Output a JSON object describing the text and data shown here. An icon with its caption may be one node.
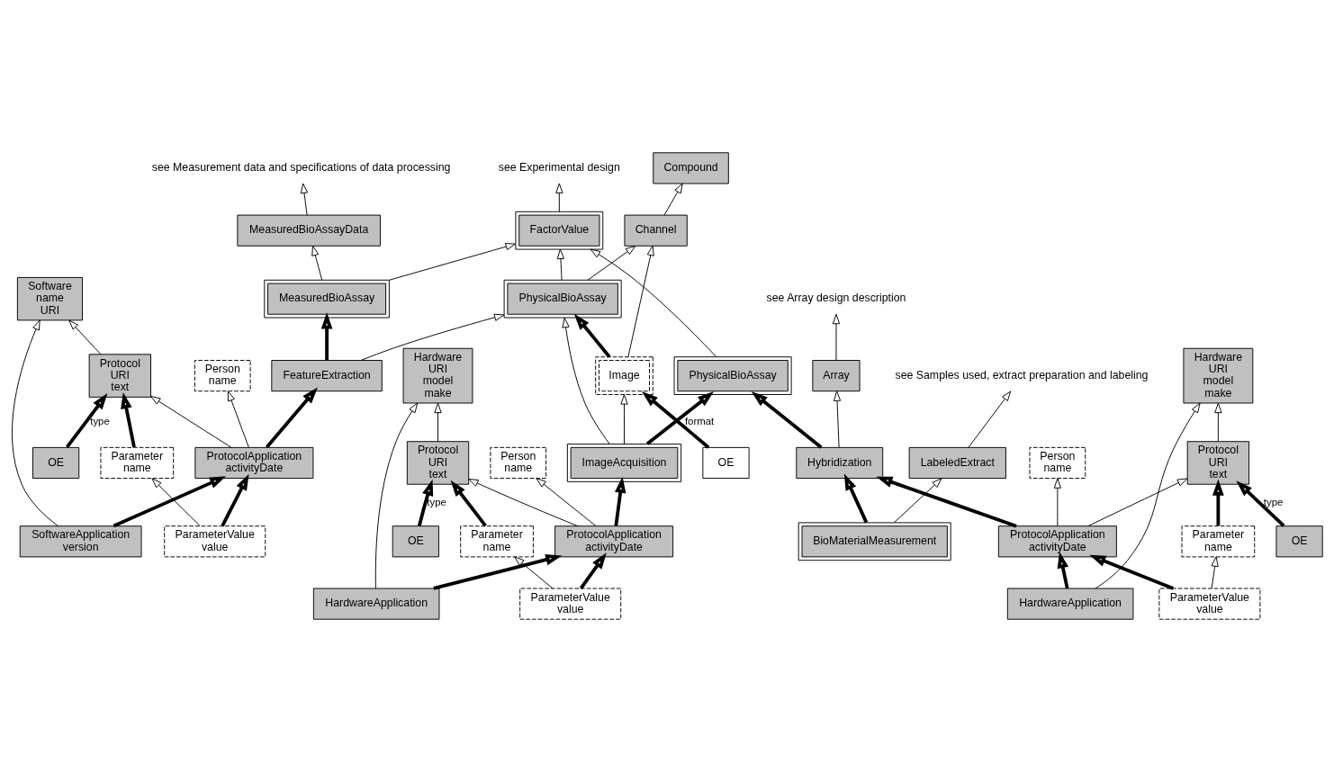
{
  "diagram": {
    "nodes": [
      {
        "text": [
          "FactorValue"
        ]
      },
      {
        "text": [
          "see Experimental design"
        ]
      },
      {
        "text": [
          "PhysicalBioAssay"
        ]
      },
      {
        "text": [
          "PhysicalBioAssay"
        ]
      },
      {
        "text": [
          "MeasuredBioAssay"
        ]
      },
      {
        "text": [
          "MeasuredBioAssayData"
        ]
      },
      {
        "text": [
          "see Measurement data and specifications of data processing"
        ]
      },
      {
        "text": [
          "ImageAcquisition"
        ]
      },
      {
        "text": [
          "Hybridization"
        ]
      },
      {
        "text": [
          "Image"
        ]
      },
      {
        "text": [
          "Channel"
        ]
      },
      {
        "text": [
          "FeatureExtraction"
        ]
      },
      {
        "text": [
          "Compound"
        ]
      },
      {
        "text": [
          "OE"
        ]
      },
      {
        "text": [
          "Person name"
        ]
      },
      {
        "text": [
          "ProtocolApplication activityDate"
        ]
      },
      {
        "text": [
          "Protocol URI text"
        ]
      },
      {
        "text": [
          "OE"
        ]
      },
      {
        "text": [
          "Parameter name"
        ]
      },
      {
        "text": [
          "ParameterValue value"
        ]
      },
      {
        "text": [
          "BioMaterialMeasurement"
        ]
      },
      {
        "text": [
          "Array"
        ]
      },
      {
        "text": [
          "HardwareApplication"
        ]
      },
      {
        "text": [
          "Hardware URI model make"
        ]
      },
      {
        "text": [
          "LabeledExtract"
        ]
      },
      {
        "text": [
          "see Samples used, extract preparation and labeling"
        ]
      },
      {
        "text": [
          "see Array design description"
        ]
      },
      {
        "text": [
          "Person name"
        ]
      },
      {
        "text": [
          "ProtocolApplication activityDate"
        ]
      },
      {
        "text": [
          "Protocol URI text"
        ]
      },
      {
        "text": [
          "OE"
        ]
      },
      {
        "text": [
          "Parameter name"
        ]
      },
      {
        "text": [
          "ParameterValue value"
        ]
      },
      {
        "text": [
          "HardwareApplication"
        ]
      },
      {
        "text": [
          "Hardware URI model make"
        ]
      },
      {
        "text": [
          "Person name"
        ]
      },
      {
        "text": [
          "ProtocolApplication activityDate"
        ]
      },
      {
        "text": [
          "OE"
        ]
      },
      {
        "text": [
          "Protocol URI text"
        ]
      },
      {
        "text": [
          "Parameter name"
        ]
      },
      {
        "text": [
          "ParameterValue value"
        ]
      },
      {
        "text": [
          "SoftwareApplication version"
        ]
      },
      {
        "text": [
          "Software name URI"
        ]
      }
    ],
    "edges": [
      {
        "from": 2,
        "to": 0,
        "arrow": "to"
      },
      {
        "from": 3,
        "to": 0,
        "arrow": "to"
      },
      {
        "from": 4,
        "to": 0,
        "arrow": "to"
      },
      {
        "from": 0,
        "to": 1,
        "arrow": "to"
      },
      {
        "from": 4,
        "to": 5,
        "arrow": "to"
      },
      {
        "from": 5,
        "to": 6,
        "arrow": "to"
      },
      {
        "from": 7,
        "to": 2,
        "arrow": "to",
        "style": "thick"
      },
      {
        "from": 7,
        "to": 3,
        "arrow": "to"
      },
      {
        "from": 7,
        "to": 9,
        "arrow": "to"
      },
      {
        "from": 9,
        "to": 3,
        "arrow": "to",
        "style": "thick"
      },
      {
        "from": 3,
        "to": 10,
        "arrow": "to"
      },
      {
        "from": 9,
        "to": 10,
        "arrow": "to"
      },
      {
        "from": 11,
        "to": 3,
        "arrow": "to"
      },
      {
        "from": 11,
        "to": 4,
        "arrow": "to",
        "style": "thick"
      },
      {
        "from": 10,
        "to": 12,
        "arrow": "to"
      },
      {
        "from": 13,
        "to": 9,
        "arrow": "to",
        "style": "thick",
        "label": "format"
      },
      {
        "from": 8,
        "to": 2,
        "arrow": "to",
        "style": "thick"
      },
      {
        "from": 15,
        "to": 8,
        "arrow": "to",
        "style": "thick"
      },
      {
        "from": 20,
        "to": 8,
        "arrow": "to",
        "style": "thick"
      },
      {
        "from": 8,
        "to": 21,
        "arrow": "to"
      },
      {
        "from": 21,
        "to": 26,
        "arrow": "to"
      },
      {
        "from": 20,
        "to": 24,
        "arrow": "to"
      },
      {
        "from": 24,
        "to": 25,
        "arrow": "to"
      },
      {
        "from": 15,
        "to": 14,
        "arrow": "to"
      },
      {
        "from": 15,
        "to": 16,
        "arrow": "to"
      },
      {
        "from": 18,
        "to": 16,
        "arrow": "to",
        "style": "thick"
      },
      {
        "from": 17,
        "to": 16,
        "arrow": "to",
        "style": "thick",
        "label": "type"
      },
      {
        "from": 19,
        "to": 15,
        "arrow": "to",
        "style": "thick"
      },
      {
        "from": 19,
        "to": 18,
        "arrow": "to"
      },
      {
        "from": 16,
        "to": 23,
        "arrow": "to"
      },
      {
        "from": 22,
        "to": 15,
        "arrow": "to",
        "style": "thick"
      },
      {
        "from": 22,
        "to": 23,
        "arrow": "to"
      },
      {
        "from": 28,
        "to": 7,
        "arrow": "to",
        "style": "thick"
      },
      {
        "from": 28,
        "to": 27,
        "arrow": "to"
      },
      {
        "from": 28,
        "to": 29,
        "arrow": "to"
      },
      {
        "from": 31,
        "to": 29,
        "arrow": "to",
        "style": "thick"
      },
      {
        "from": 30,
        "to": 29,
        "arrow": "to",
        "style": "thick",
        "label": "type"
      },
      {
        "from": 32,
        "to": 28,
        "arrow": "to",
        "style": "thick"
      },
      {
        "from": 32,
        "to": 31,
        "arrow": "to"
      },
      {
        "from": 29,
        "to": 34,
        "arrow": "to"
      },
      {
        "from": 33,
        "to": 28,
        "arrow": "to",
        "style": "thick"
      },
      {
        "from": 33,
        "to": 34,
        "arrow": "to"
      },
      {
        "from": 36,
        "to": 11,
        "arrow": "to",
        "style": "thick"
      },
      {
        "from": 36,
        "to": 35,
        "arrow": "to"
      },
      {
        "from": 36,
        "to": 38,
        "arrow": "to"
      },
      {
        "from": 37,
        "to": 38,
        "arrow": "to",
        "style": "thick",
        "label": "type"
      },
      {
        "from": 39,
        "to": 38,
        "arrow": "to",
        "style": "thick"
      },
      {
        "from": 40,
        "to": 36,
        "arrow": "to",
        "style": "thick"
      },
      {
        "from": 40,
        "to": 39,
        "arrow": "to"
      },
      {
        "from": 38,
        "to": 42,
        "arrow": "to"
      },
      {
        "from": 41,
        "to": 36,
        "arrow": "to",
        "style": "thick"
      },
      {
        "from": 41,
        "to": 42,
        "arrow": "to"
      }
    ]
  }
}
